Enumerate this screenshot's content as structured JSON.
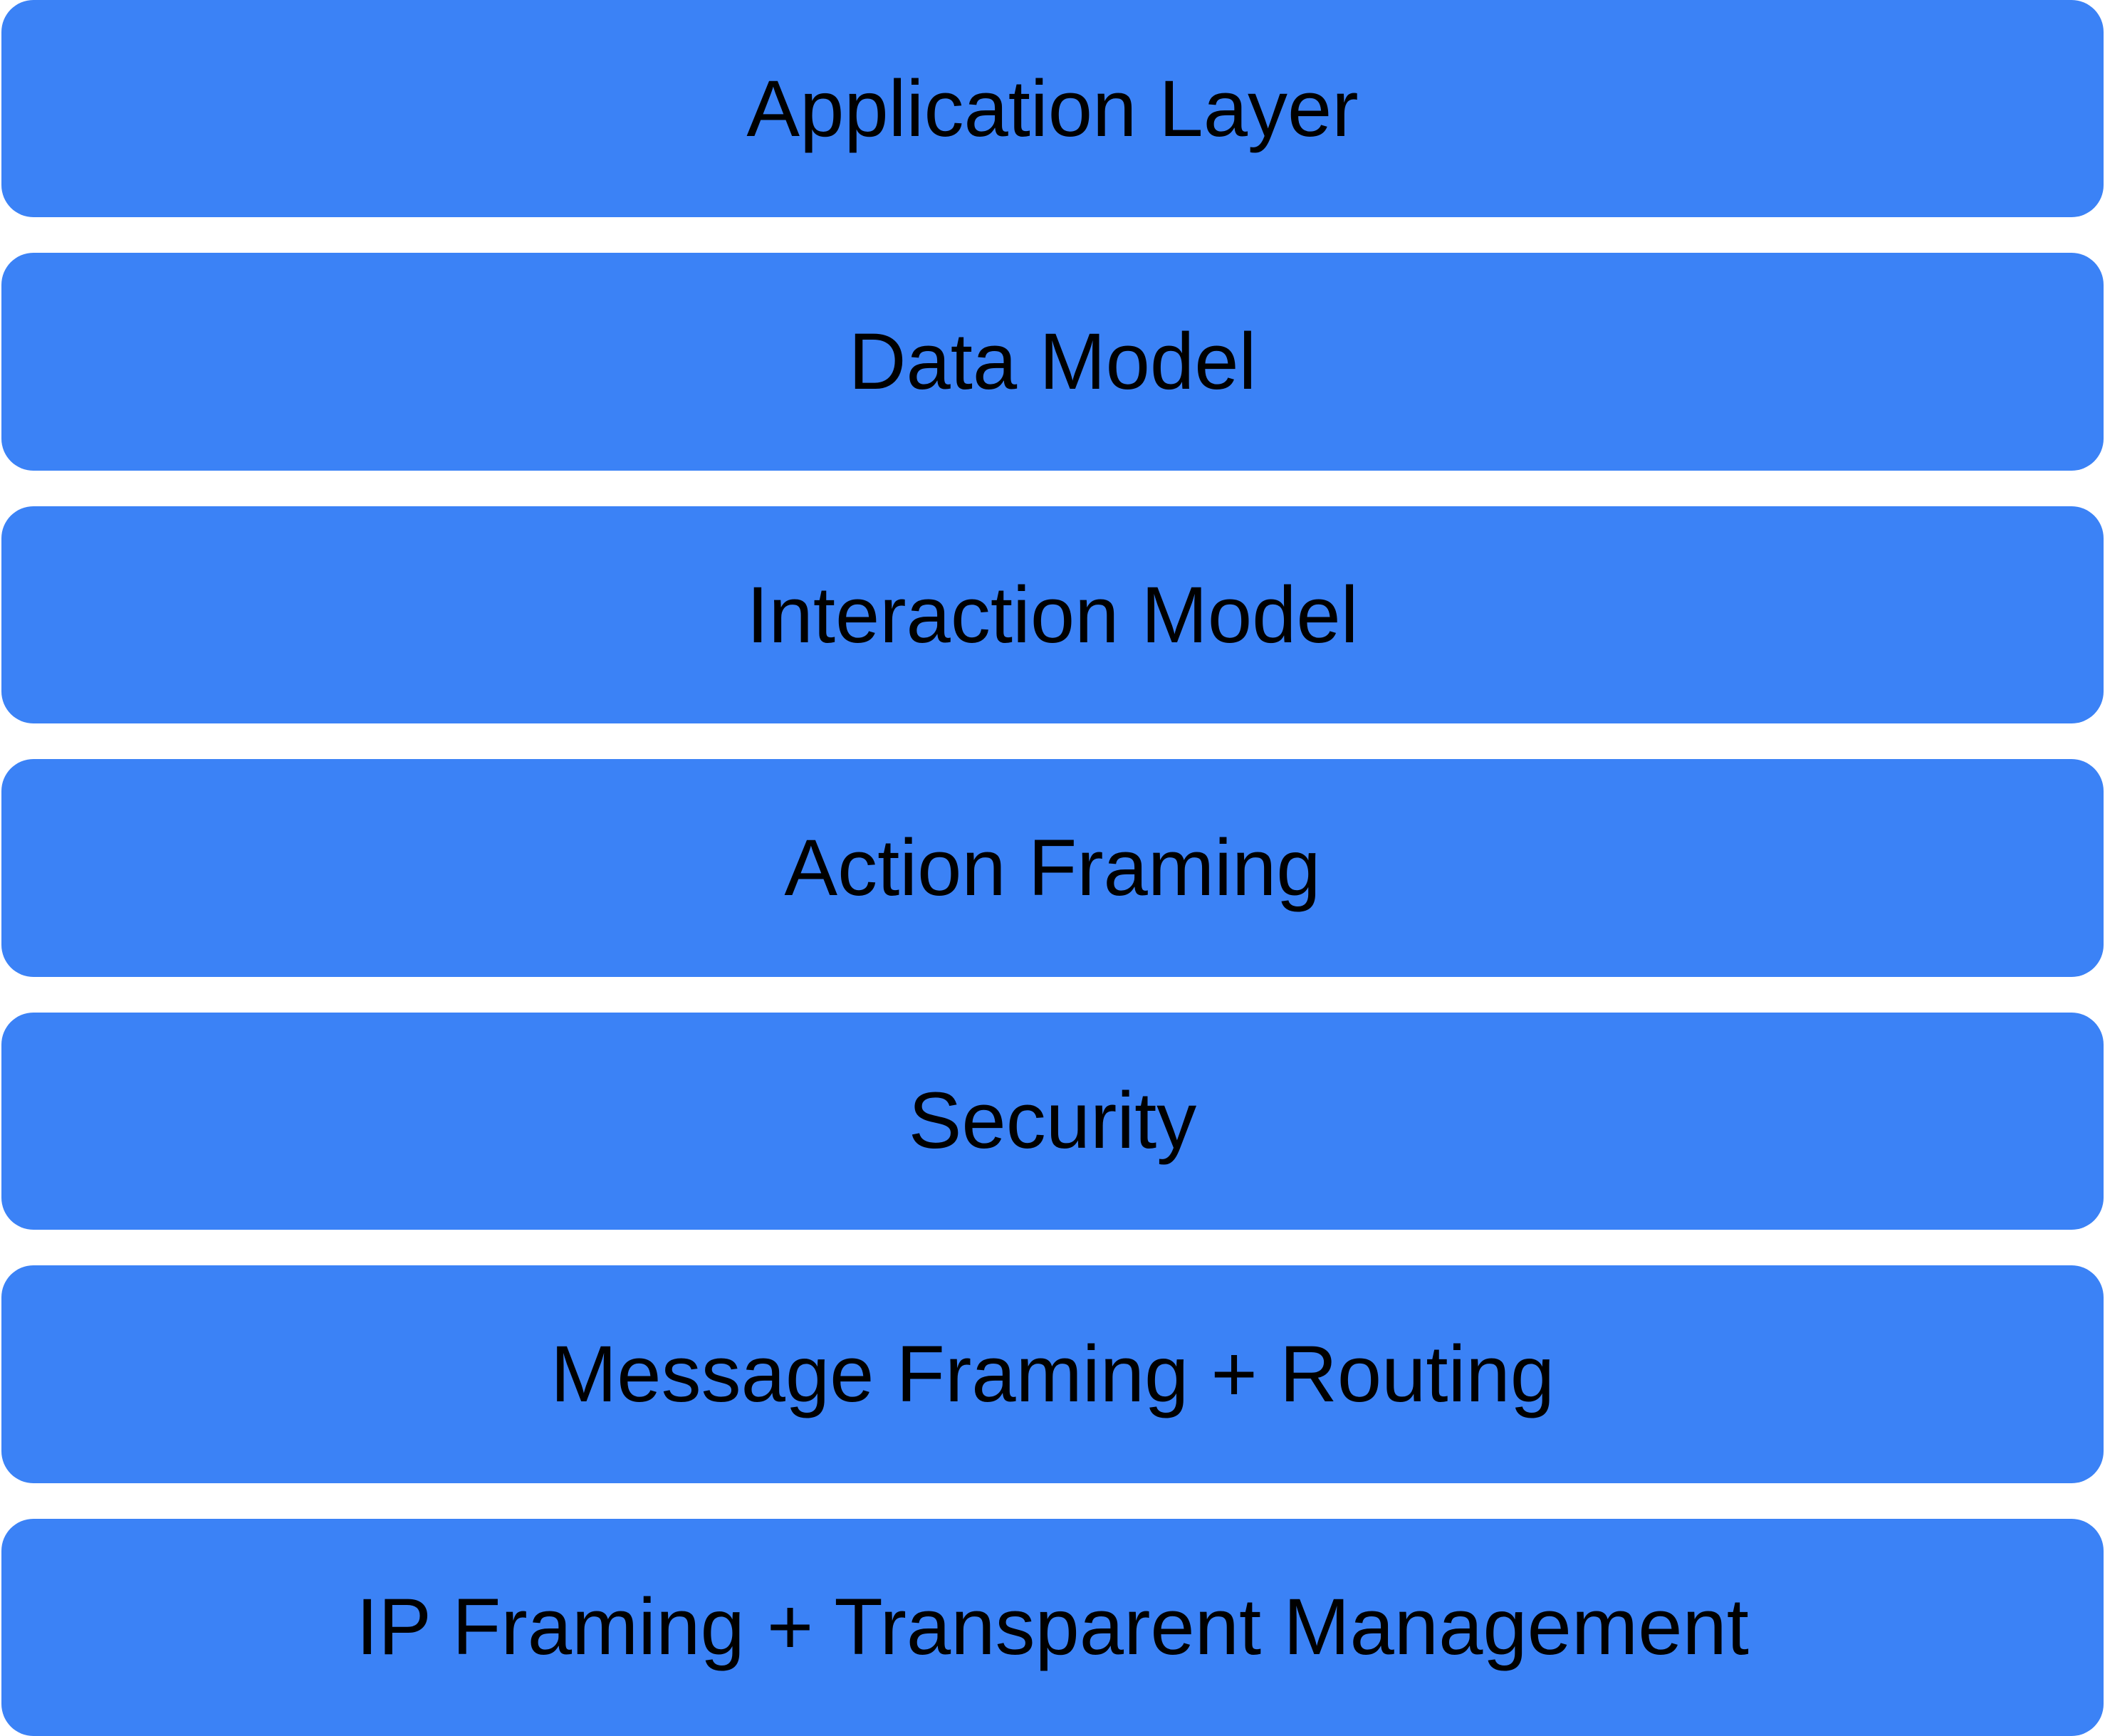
{
  "colors": {
    "bar_fill": "#3B82F6",
    "label_text": "#000000",
    "background": "#FFFFFF"
  },
  "diagram": {
    "type": "layered-stack",
    "layers": [
      {
        "label": "Application Layer"
      },
      {
        "label": "Data Model"
      },
      {
        "label": "Interaction Model"
      },
      {
        "label": "Action Framing"
      },
      {
        "label": "Security"
      },
      {
        "label": "Message Framing + Routing"
      },
      {
        "label": "IP Framing + Transparent Management"
      }
    ]
  }
}
